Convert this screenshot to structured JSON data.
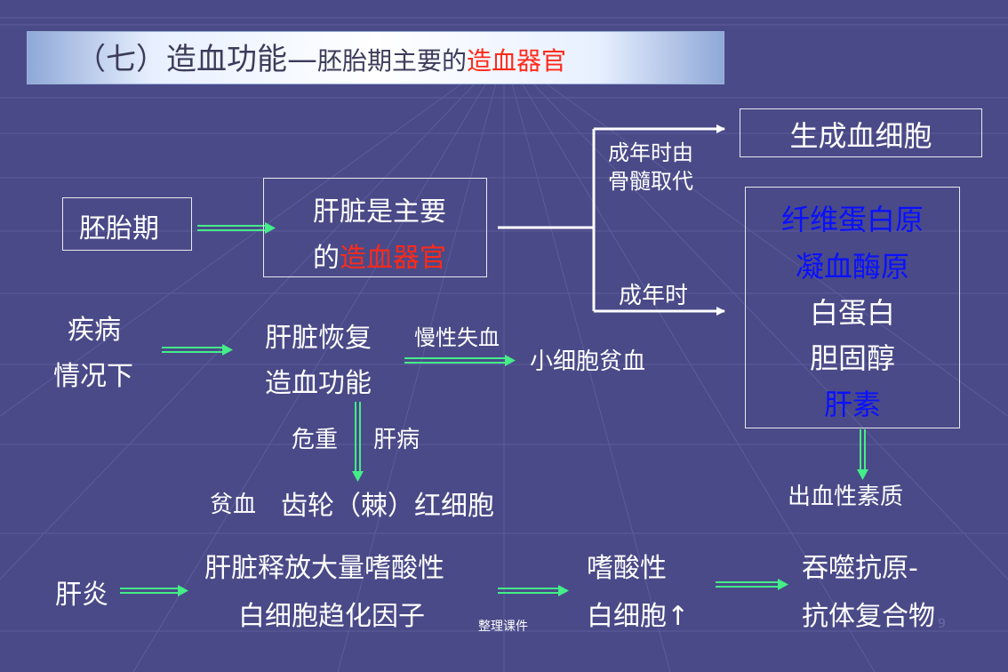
{
  "title": {
    "prefix": "（七）造血功能",
    "dash": "—",
    "middle": "胚胎期主要的",
    "highlight": "造血器官"
  },
  "boxes": {
    "embryo": "胚胎期",
    "liver_main_line1": "肝脏是主要",
    "liver_main_line2_prefix": "的",
    "liver_main_line2_highlight": "造血器官",
    "blood_cells": "生成血细胞"
  },
  "branch_labels": {
    "adult_replaced_line1": "成年时由",
    "adult_replaced_line2": "骨髓取代",
    "adult": "成年时"
  },
  "proteins": [
    {
      "text": "纤维蛋白原",
      "color": "#0a10ff"
    },
    {
      "text": "凝血酶原",
      "color": "#0a10ff"
    },
    {
      "text": "白蛋白",
      "color": "#ffffff"
    },
    {
      "text": "胆固醇",
      "color": "#ffffff"
    },
    {
      "text": "肝素",
      "color": "#0a10ff"
    }
  ],
  "bleeding": "出血性素质",
  "disease": {
    "line1": "疾病",
    "line2": "情况下",
    "recover_line1": "肝脏恢复",
    "recover_line2": "造血功能",
    "chronic_loss": "慢性失血",
    "microcytic_anemia": "小细胞贫血",
    "critical": "危重",
    "liver_disease": "肝病",
    "anemia": "贫血",
    "acanthocyte": "齿轮（棘）红细胞"
  },
  "hepatitis": {
    "label": "肝炎",
    "release_line1": "肝脏释放大量嗜酸性",
    "release_line2": "白细胞趋化因子",
    "eos_line1": "嗜酸性",
    "eos_line2": "白细胞↑",
    "complex_line1": "吞噬抗原-",
    "complex_line2": "抗体复合物"
  },
  "footer": "整理课件",
  "page_number": "9",
  "colors": {
    "background": "#4a4a88",
    "highlight_red": "#ff2a1a",
    "protein_blue": "#0a10ff",
    "light_blue": "#55aaff",
    "arrow_green": "#44ee88"
  }
}
